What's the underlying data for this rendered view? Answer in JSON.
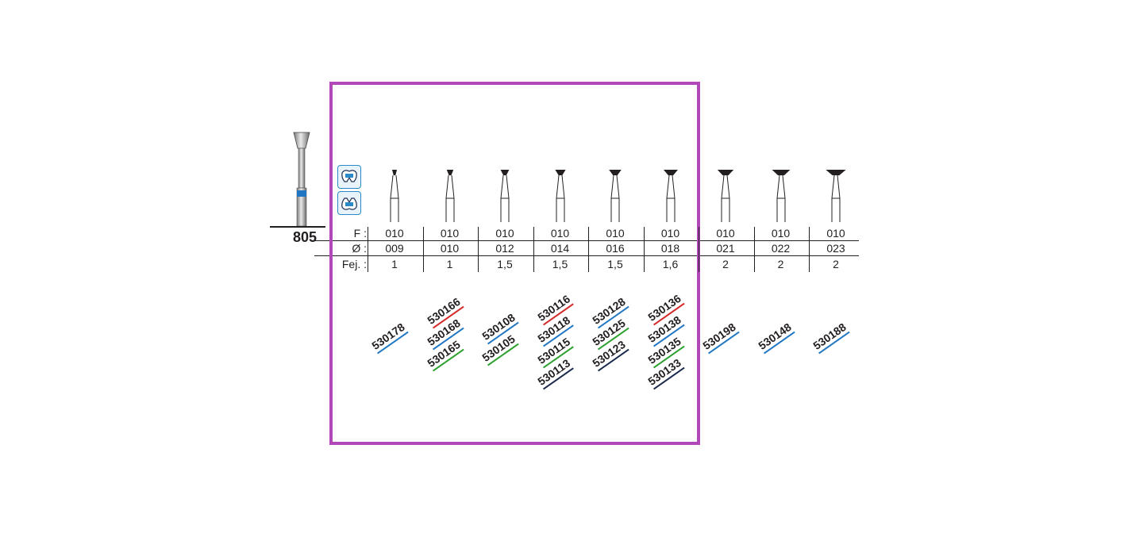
{
  "product": {
    "number": "805"
  },
  "row_labels": {
    "fig": "F :",
    "diameter": "Ø :",
    "head_length": "Fej. :"
  },
  "columns": [
    {
      "fig": "010",
      "diameter": "009",
      "head_length": "1",
      "codes": [
        {
          "code": "530178",
          "color": "#1f77c4"
        }
      ]
    },
    {
      "fig": "010",
      "diameter": "010",
      "head_length": "1",
      "codes": [
        {
          "code": "530166",
          "color": "#d62728"
        },
        {
          "code": "530168",
          "color": "#1f77c4"
        },
        {
          "code": "530165",
          "color": "#2ca02c"
        }
      ]
    },
    {
      "fig": "010",
      "diameter": "012",
      "head_length": "1,5",
      "codes": [
        {
          "code": "530108",
          "color": "#1f77c4"
        },
        {
          "code": "530105",
          "color": "#2ca02c"
        }
      ]
    },
    {
      "fig": "010",
      "diameter": "014",
      "head_length": "1,5",
      "codes": [
        {
          "code": "530116",
          "color": "#d62728"
        },
        {
          "code": "530118",
          "color": "#1f77c4"
        },
        {
          "code": "530115",
          "color": "#2ca02c"
        },
        {
          "code": "530113",
          "color": "#1b2a4a"
        }
      ]
    },
    {
      "fig": "010",
      "diameter": "016",
      "head_length": "1,5",
      "codes": [
        {
          "code": "530128",
          "color": "#1f77c4"
        },
        {
          "code": "530125",
          "color": "#2ca02c"
        },
        {
          "code": "530123",
          "color": "#1b2a4a"
        }
      ]
    },
    {
      "fig": "010",
      "diameter": "018",
      "head_length": "1,6",
      "codes": [
        {
          "code": "530136",
          "color": "#d62728"
        },
        {
          "code": "530138",
          "color": "#1f77c4"
        },
        {
          "code": "530135",
          "color": "#2ca02c"
        },
        {
          "code": "530133",
          "color": "#1b2a4a"
        }
      ]
    },
    {
      "fig": "010",
      "diameter": "021",
      "head_length": "2",
      "codes": [
        {
          "code": "530198",
          "color": "#1f77c4"
        }
      ]
    },
    {
      "fig": "010",
      "diameter": "022",
      "head_length": "2",
      "codes": [
        {
          "code": "530148",
          "color": "#1f77c4"
        }
      ]
    },
    {
      "fig": "010",
      "diameter": "023",
      "head_length": "2",
      "codes": [
        {
          "code": "530188",
          "color": "#1f77c4"
        }
      ]
    }
  ],
  "colors": {
    "highlight_border": "#b048b8",
    "bur_band": "#1f77c4"
  },
  "icons": [
    "tooth-upper-icon",
    "tooth-lower-icon"
  ]
}
